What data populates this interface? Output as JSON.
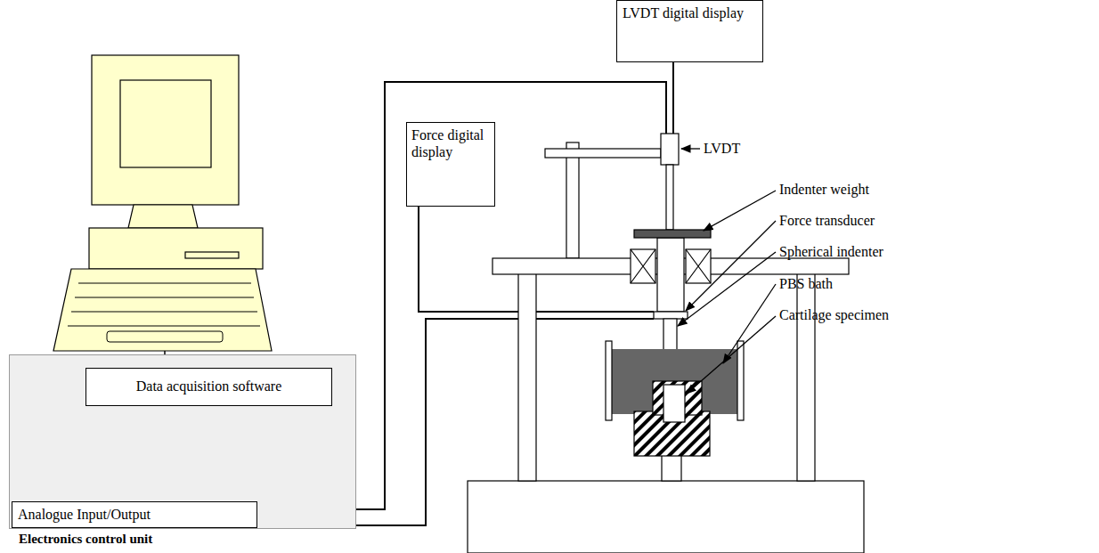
{
  "diagram": {
    "nodes": [
      {
        "text": [
          "LVDT digital display"
        ]
      },
      {
        "text": [
          "Force digital display"
        ]
      },
      {
        "text": [
          "Electronics control unit"
        ]
      },
      {
        "text": [
          "Data acquisition software"
        ],
        "in": 2
      },
      {
        "text": [
          "Analogue Input/Output"
        ],
        "in": 2
      }
    ],
    "edges": [
      {
        "from": 3,
        "to": 4,
        "arrow": "none"
      }
    ],
    "labels": [
      "LVDT",
      "Indenter weight",
      "Force transducer",
      "Spherical indenter",
      "PBS bath",
      "Cartilage specimen"
    ]
  }
}
